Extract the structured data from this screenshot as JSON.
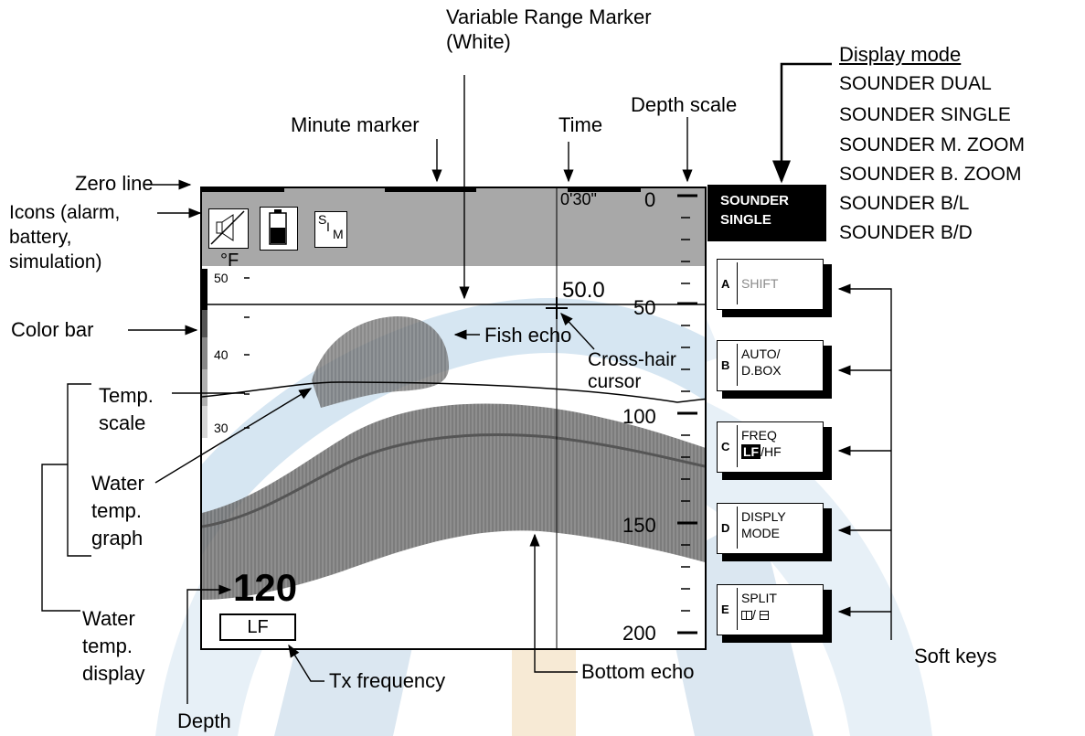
{
  "callouts": {
    "vrm_line1": "Variable Range Marker",
    "vrm_line2": "(White)",
    "minute_marker": "Minute marker",
    "time": "Time",
    "depth_scale": "Depth scale",
    "display_mode_title": "Display mode",
    "zero_line": "Zero line",
    "icons": "Icons (alarm, battery, simulation)",
    "color_bar": "Color bar",
    "temp_scale": "Temp. scale",
    "water_temp_graph": "Water temp. graph",
    "water_temp_display": "Water temp. display",
    "depth": "Depth",
    "tx_frequency": "Tx frequency",
    "bottom_echo": "Bottom echo",
    "fish_echo": "Fish echo",
    "crosshair_cursor": "Cross-hair cursor",
    "soft_keys": "Soft keys"
  },
  "display_modes": [
    "SOUNDER DUAL",
    "SOUNDER SINGLE",
    "SOUNDER M. ZOOM",
    "SOUNDER B. ZOOM",
    "SOUNDER B/L",
    "SOUNDER B/D"
  ],
  "screen": {
    "mode_line1": "SOUNDER",
    "mode_line2": "SINGLE",
    "time_readout": "0'30\"",
    "vrm_value": "50.0",
    "depth_scale": [
      "0",
      "50",
      "100",
      "150",
      "200"
    ],
    "temp_unit": "°F",
    "temp_scale": [
      "50",
      "40",
      "30"
    ],
    "depth_value": "120",
    "freq": "LF",
    "sim_icon_s": "S",
    "sim_icon_i": "I",
    "sim_icon_m": "M"
  },
  "softkeys": [
    {
      "letter": "A",
      "line1": "SHIFT",
      "line2": ""
    },
    {
      "letter": "B",
      "line1": "AUTO/",
      "line2": "D.BOX"
    },
    {
      "letter": "C",
      "line1": "FREQ",
      "lf": "LF",
      "hf": "/HF"
    },
    {
      "letter": "D",
      "line1": "DISPLY",
      "line2": "MODE"
    },
    {
      "letter": "E",
      "line1": "SPLIT",
      "line2": "/ "
    }
  ],
  "colors": {
    "header_band": "#a8a8a8",
    "echo_grey": "#6e6e6e",
    "watermark_blue": "#c9dcec",
    "watermark_orange": "#f5e1c2"
  }
}
